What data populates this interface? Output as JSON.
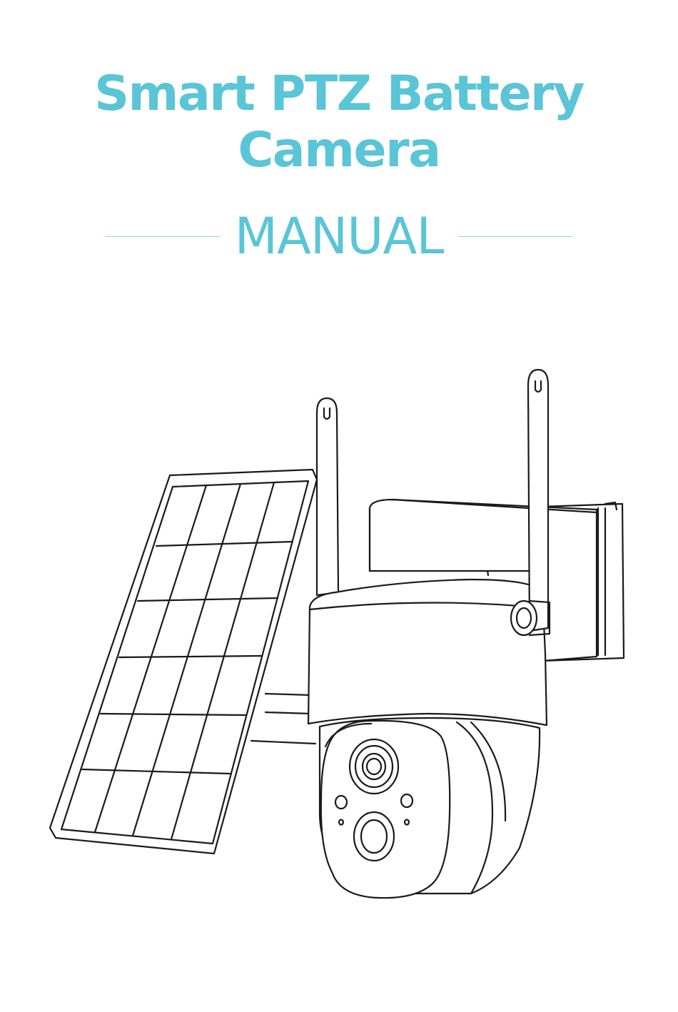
{
  "cover": {
    "title": "Smart PTZ Battery Camera",
    "subtitle": "MANUAL"
  },
  "colors": {
    "accent": "#5ac5d6",
    "rule": "#8fd3de",
    "line_art": "#1a1a1a",
    "background": "#ffffff"
  },
  "illustration": {
    "icon": "solar-ptz-camera-line-art"
  }
}
